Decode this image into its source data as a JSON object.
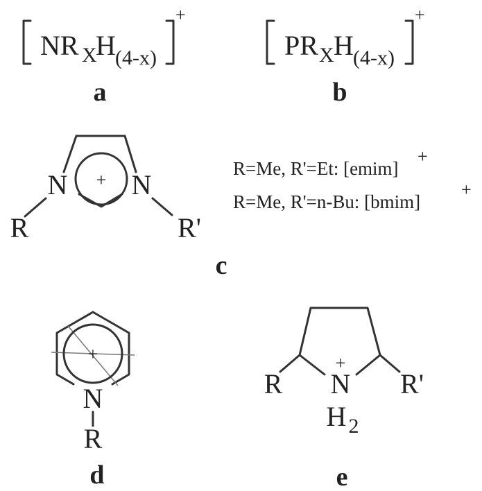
{
  "a": {
    "ion_n": "NR",
    "ion_x": "X",
    "ion_h": "H",
    "ion_count": "(4-x)",
    "charge": "+",
    "label": "a"
  },
  "b": {
    "ion_p": "PR",
    "ion_x": "X",
    "ion_h": "H",
    "ion_count": "(4-x)",
    "charge": "+",
    "label": "b"
  },
  "c": {
    "atom_n1": "N",
    "atom_n2": "N",
    "ring_charge": "+",
    "sub_r": "R",
    "sub_r_prime": "R'",
    "legend": [
      {
        "text": "R=Me, R'=Et:  [emim]",
        "charge": "+"
      },
      {
        "text": "R=Me, R'=n-Bu: [bmim]",
        "charge": "+"
      }
    ],
    "label": "c"
  },
  "d": {
    "atom_n": "N",
    "ring_charge": "+",
    "sub_r": "R",
    "label": "d"
  },
  "e": {
    "atom_n": "N",
    "charge": "+",
    "atom_h": "H",
    "h_count": "2",
    "sub_r": "R",
    "sub_r_prime": "R'",
    "label": "e"
  }
}
